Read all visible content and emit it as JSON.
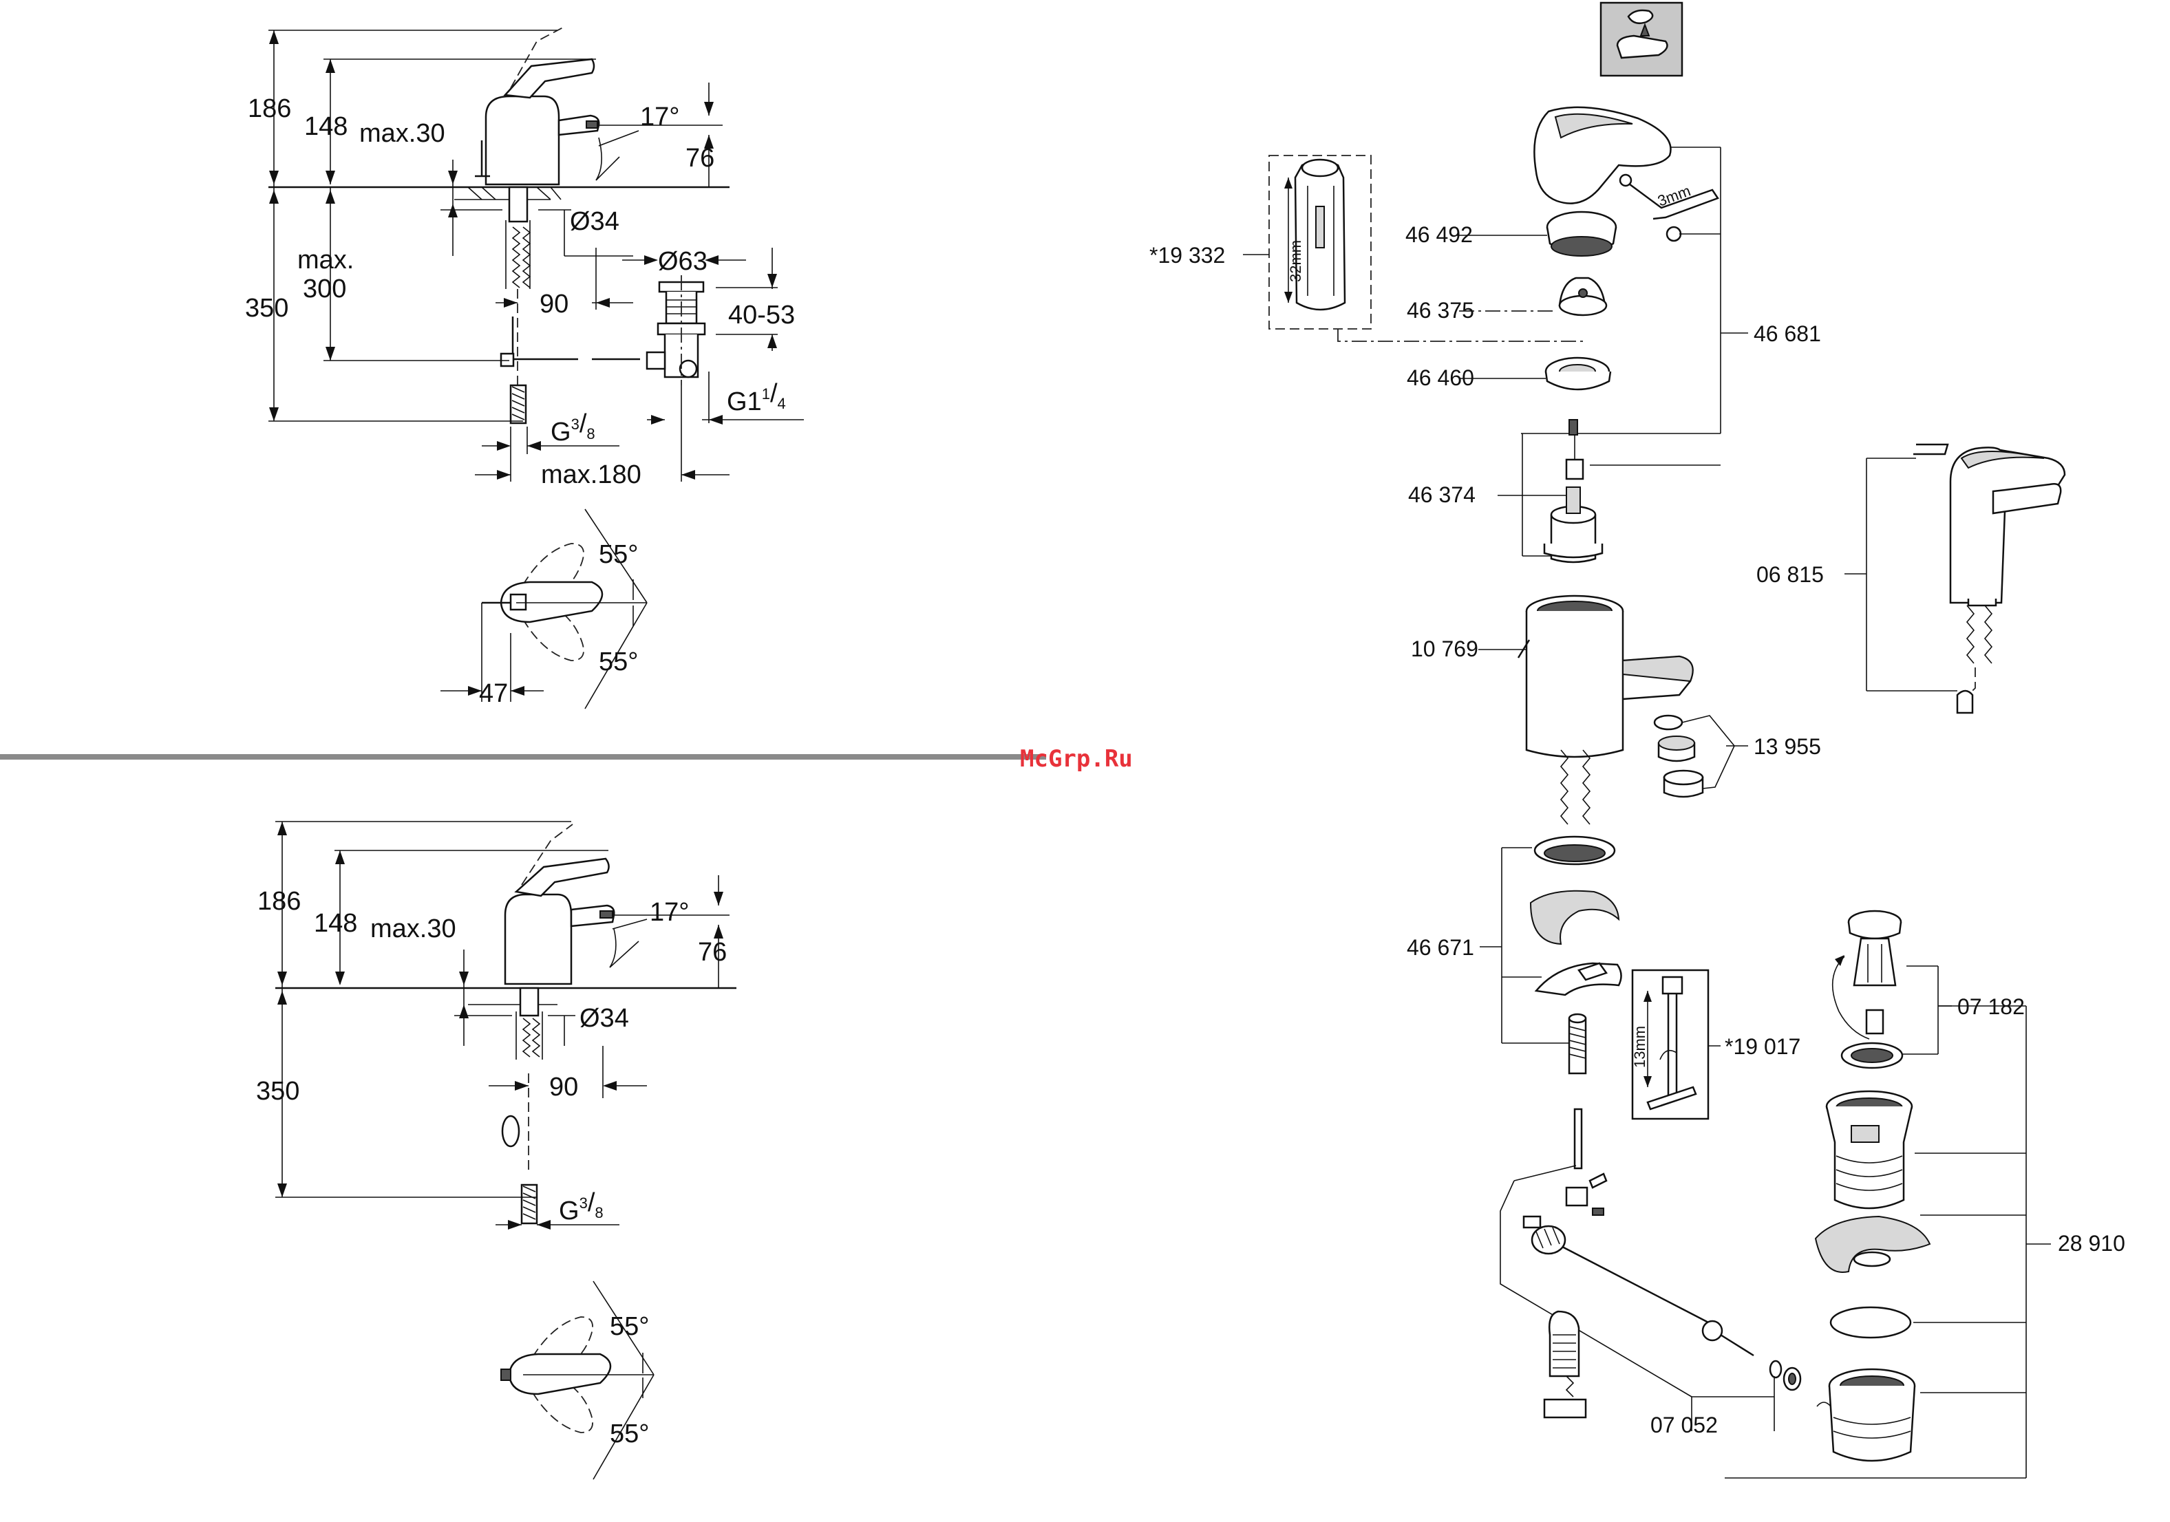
{
  "watermark": "McGrp.Ru",
  "top_drawing": {
    "dims": {
      "h_total": "186",
      "h_spout": "148",
      "max_plate": "max.30",
      "angle": "17°",
      "spout_h": "76",
      "hole": "Ø34",
      "max_word": "max.",
      "max_val": "300",
      "under_h": "350",
      "waste_dia": "Ø63",
      "reach": "90",
      "waste_h": "40-53",
      "waste_thread_a": "G1",
      "waste_thread_sup": "1",
      "waste_thread_sub": "4",
      "hose_g": "G",
      "hose_sup": "3",
      "hose_sub": "8",
      "max_dist": "max.180"
    },
    "top_view": {
      "angle_a": "55°",
      "angle_b": "55°",
      "offset": "47"
    }
  },
  "bottom_drawing": {
    "dims": {
      "h_total": "186",
      "h_spout": "148",
      "max_plate": "max.30",
      "angle": "17°",
      "spout_h": "76",
      "hole": "Ø34",
      "reach": "90",
      "under_h": "350",
      "hose_g": "G",
      "hose_sup": "3",
      "hose_sub": "8"
    },
    "top_view": {
      "angle_a": "55°",
      "angle_b": "55°"
    }
  },
  "exploded": {
    "tool_left": {
      "number": "*19 332",
      "size": "32mm"
    },
    "tool_mid": {
      "number": "*19 017",
      "size": "13mm"
    },
    "lever_key": "3mm",
    "parts": {
      "p46492": "46 492",
      "p46375": "46 375",
      "p46460": "46 460",
      "p46681": "46 681",
      "p46374": "46 374",
      "p10769": "10 769",
      "p13955": "13 955",
      "p06815": "06 815",
      "p46671": "46 671",
      "p07182": "07 182",
      "p28910": "28 910",
      "p07052": "07 052"
    }
  }
}
